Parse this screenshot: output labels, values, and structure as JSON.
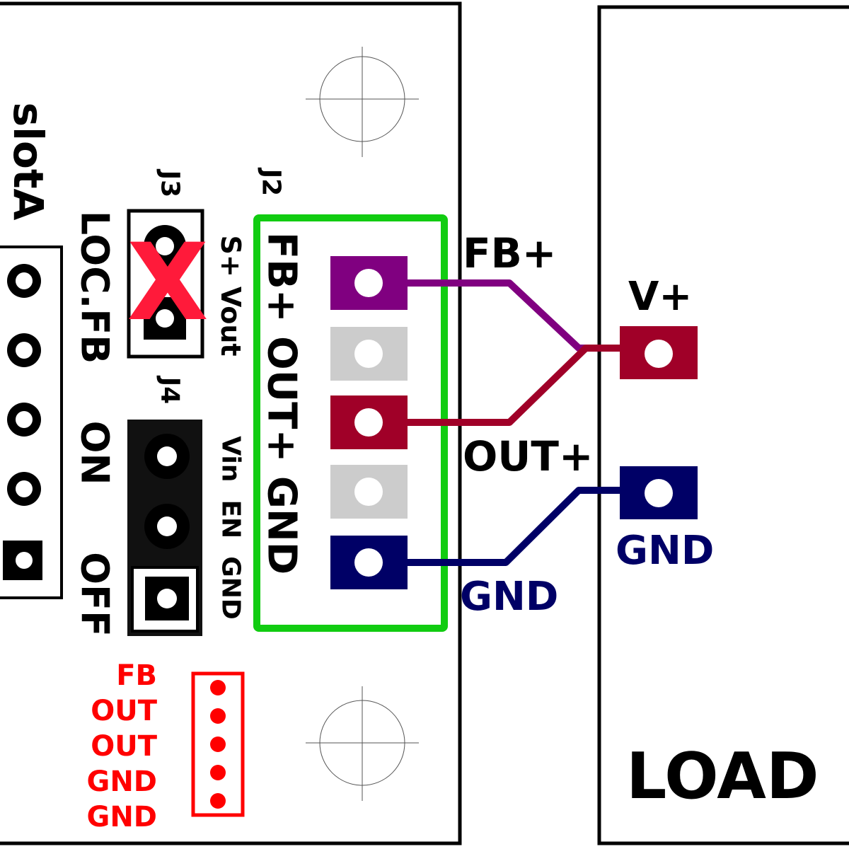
{
  "labels": {
    "slot": "slotA",
    "j3_ref": "J3",
    "j2_ref": "J2",
    "j4_ref": "J4",
    "loc_fb": "LOC.FB",
    "on": "ON",
    "off": "OFF",
    "s_plus_vout": "S+ Vout",
    "vin_en_gnd": "Vin  EN  GND",
    "j2_pins": "FB+ OUT+ GND",
    "wire_fb": "FB+",
    "wire_out": "OUT+",
    "wire_gnd": "GND",
    "load_vplus": "V+",
    "load_gnd": "GND",
    "load": "LOAD",
    "legend_fb": "FB",
    "legend_out1": "OUT",
    "legend_out2": "OUT",
    "legend_gnd1": "GND",
    "legend_gnd2": "GND",
    "jumper_mark": "X"
  },
  "colors": {
    "fb": "#800080",
    "out": "#a00028",
    "gnd": "#000066",
    "unused_pad": "#cccccc",
    "connector_outline": "#11cc11",
    "legend": "#ff0000",
    "jumper_mark": "#ff1a3a"
  }
}
